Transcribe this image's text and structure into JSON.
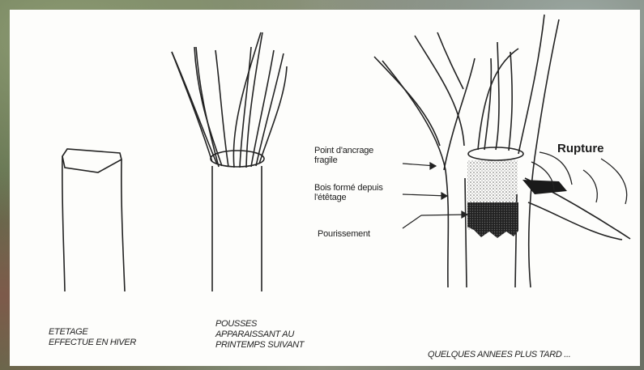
{
  "stage1": {
    "caption_lines": [
      "ETETAGE",
      "EFFECTUE EN HIVER"
    ]
  },
  "stage2": {
    "caption_lines": [
      "POUSSES",
      "APPARAISSANT AU",
      "PRINTEMPS SUIVANT"
    ]
  },
  "stage3": {
    "caption": "QUELQUES ANNEES PLUS TARD ...",
    "labels": {
      "anchor_lines": [
        "Point d'ancrage",
        "fragile"
      ],
      "wood_lines": [
        "Bois formé depuis",
        "l'étêtage"
      ],
      "rot": "Pourissement",
      "rupture": "Rupture"
    }
  }
}
